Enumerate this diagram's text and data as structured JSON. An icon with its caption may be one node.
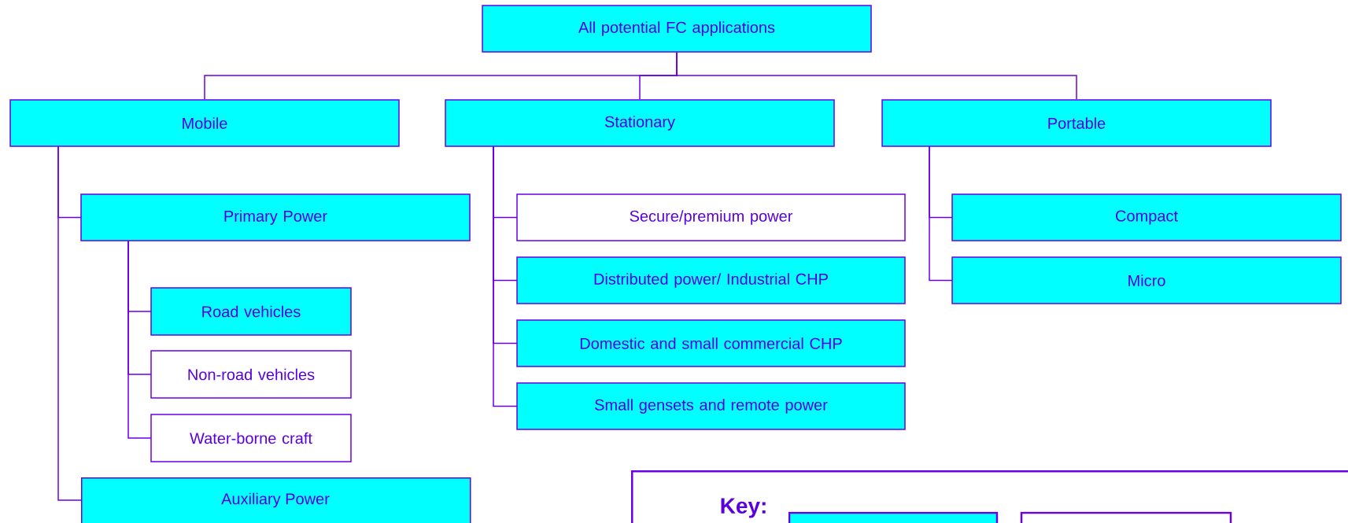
{
  "diagram": {
    "nodes": [
      {
        "text": [
          "All potential FC applications"
        ]
      },
      {
        "text": [
          "Mobile"
        ]
      },
      {
        "text": [
          "Stationary"
        ]
      },
      {
        "text": [
          "Portable"
        ]
      },
      {
        "text": [
          "Primary Power"
        ]
      },
      {
        "text": [
          "Road vehicles"
        ]
      },
      {
        "text": [
          "Non-road vehicles"
        ]
      },
      {
        "text": [
          "Water-borne craft"
        ]
      },
      {
        "text": [
          "Auxiliary Power"
        ]
      },
      {
        "text": [
          "Secure/premium power"
        ]
      },
      {
        "text": [
          "Distributed power/ Industrial CHP"
        ]
      },
      {
        "text": [
          "Domestic and small commercial CHP"
        ]
      },
      {
        "text": [
          "Small gensets and remote power"
        ]
      },
      {
        "text": [
          "Compact"
        ]
      },
      {
        "text": [
          "Micro"
        ]
      },
      {
        "text": [
          "Key:"
        ]
      },
      {
        "text": [],
        "shape": "box",
        "in": 15
      },
      {
        "text": [],
        "shape": "box",
        "in": 15
      }
    ],
    "edges": [
      {
        "from": 0,
        "to": 1,
        "arrow": "none"
      },
      {
        "from": 0,
        "to": 2,
        "arrow": "none"
      },
      {
        "from": 0,
        "to": 3,
        "arrow": "none"
      },
      {
        "from": 1,
        "to": 4,
        "arrow": "none"
      },
      {
        "from": 4,
        "to": 5,
        "arrow": "none"
      },
      {
        "from": 4,
        "to": 6,
        "arrow": "none"
      },
      {
        "from": 4,
        "to": 7,
        "arrow": "none"
      },
      {
        "from": 1,
        "to": 8,
        "arrow": "none"
      },
      {
        "from": 2,
        "to": 9,
        "arrow": "none"
      },
      {
        "from": 2,
        "to": 10,
        "arrow": "none"
      },
      {
        "from": 2,
        "to": 11,
        "arrow": "none"
      },
      {
        "from": 2,
        "to": 12,
        "arrow": "none"
      },
      {
        "from": 3,
        "to": 13,
        "arrow": "none"
      },
      {
        "from": 3,
        "to": 14,
        "arrow": "none"
      }
    ]
  }
}
